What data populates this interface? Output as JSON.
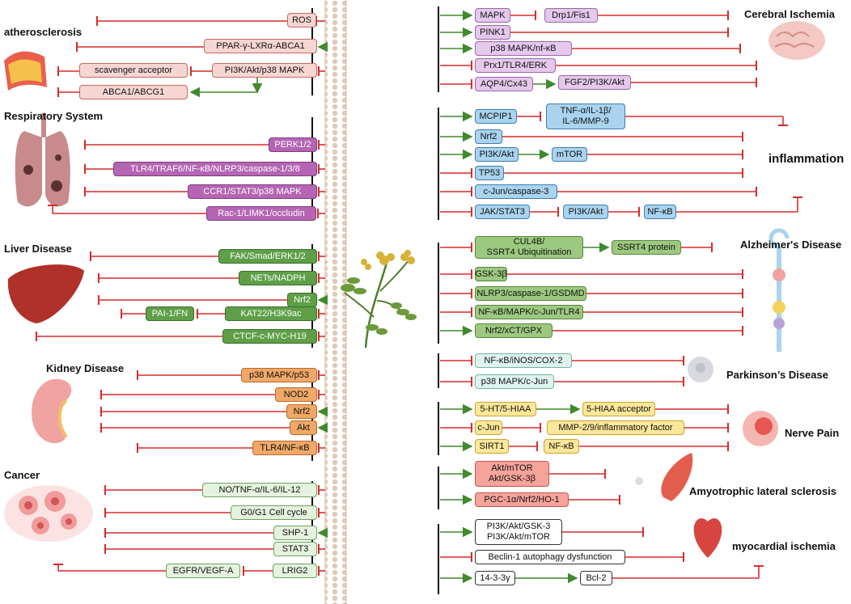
{
  "colors": {
    "inhibit": "#d62b2b",
    "activate": "#3f8a2c",
    "ros": "#f6d6d3",
    "ros_border": "#c96a5e",
    "resp": "#b565b3",
    "resp_border": "#7f3f7d",
    "liver": "#5e9f48",
    "liver_border": "#3a6f2a",
    "kidney": "#f0a868",
    "kidney_border": "#b86a2a",
    "cancer": "#e4f2de",
    "cancer_border": "#6ea35d",
    "cereb": "#e5c8ec",
    "cereb_border": "#9a66a6",
    "infl": "#a9d3ee",
    "infl_border": "#3f7fae",
    "alz": "#9cc97f",
    "alz_border": "#56873a",
    "park": "#dff3ef",
    "park_border": "#6fb6a6",
    "pain": "#fde79a",
    "pain_border": "#c6a52b",
    "als": "#f6a39b",
    "als_border": "#c5564c",
    "myo": "#ffffff",
    "myo_border": "#333333"
  },
  "headings": {
    "atherosclerosis": "atherosclerosis",
    "respiratory": "Respiratory System",
    "liver": "Liver Disease",
    "kidney": "Kidney Disease",
    "cancer": "Cancer",
    "cerebral": "Cerebral Ischemia",
    "inflammation": "inflammation",
    "alzheimers": "Alzheimer's Disease",
    "parkinsons": "Parkinson’s Disease",
    "nerve_pain": "Nerve Pain",
    "als": "Amyotrophic lateral sclerosis",
    "myocardial": "myocardial ischemia"
  },
  "left": {
    "ath": [
      "ROS",
      "PPAR-γ-LXRα-ABCA1",
      "scavenger acceptor",
      "PI3K/Akt/p38 MAPK",
      "ABCA1/ABCG1"
    ],
    "resp": [
      "PERK1/2",
      "TLR4/TRAF6/NF-κB/NLRP3/caspase-1/3/8",
      "CCR1/STAT3/p38 MAPK",
      "Rac-1/LIMK1/occludin"
    ],
    "liver": [
      "FAK/Smad/ERK1/2",
      "NETs/NADPH",
      "Nrf2",
      "PAI-1/FN",
      "KAT22/H3K9ac",
      "CTCF-c-MYC-H19"
    ],
    "kidney": [
      "p38 MAPK/p53",
      "NOD2",
      "Nrf2",
      "Akt",
      "TLR4/NF-κB"
    ],
    "cancer": [
      "NO/TNF-α/IL-6/IL-12",
      "G0/G1 Cell cycle",
      "SHP-1",
      "STAT3",
      "EGFR/VEGF-A",
      "LRIG2"
    ]
  },
  "right": {
    "cereb": [
      "MAPK",
      "Drp1/Fis1",
      "PINK1",
      "p38 MAPK/nf-κB",
      "Prx1/TLR4/ERK",
      "AQP4/Cx43",
      "FGF2/PI3K/Akt"
    ],
    "infl": [
      "MCPIP1",
      "TNF-α/IL-1β/",
      "IL-6/MMP-9",
      "Nrf2",
      "PI3K/Akt",
      "mTOR",
      "TP53",
      "c-Jun/caspase-3",
      "JAK/STAT3",
      "PI3K/Akt",
      "NF-κB"
    ],
    "alz": [
      "CUL4B/",
      "SSRT4 Ubiquitination",
      "SSRT4 protein",
      "GSK-3β",
      "NLRP3/caspase-1/GSDMD",
      "NF-κB/MAPK/c-Jun/TLR4",
      "Nrf2/xCT/GPX"
    ],
    "park": [
      "NF-κB/iNOS/COX-2",
      "p38 MAPK/c-Jun"
    ],
    "pain": [
      "5-HT/5-HIAA",
      "5-HIAA acceptor",
      "c-Jun",
      "MMP-2/9/inflammatory factor",
      "SIRT1",
      "NF-κB"
    ],
    "als": [
      "Akt/mTOR",
      "Akt/GSK-3β",
      "PGC-1α/Nrf2/HO-1"
    ],
    "myo": [
      "PI3K/Akt/GSK-3",
      "PI3K/Akt/mTOR",
      "Beclin-1 autophagy dysfunction",
      "14-3-3γ",
      "Bcl-2"
    ]
  }
}
